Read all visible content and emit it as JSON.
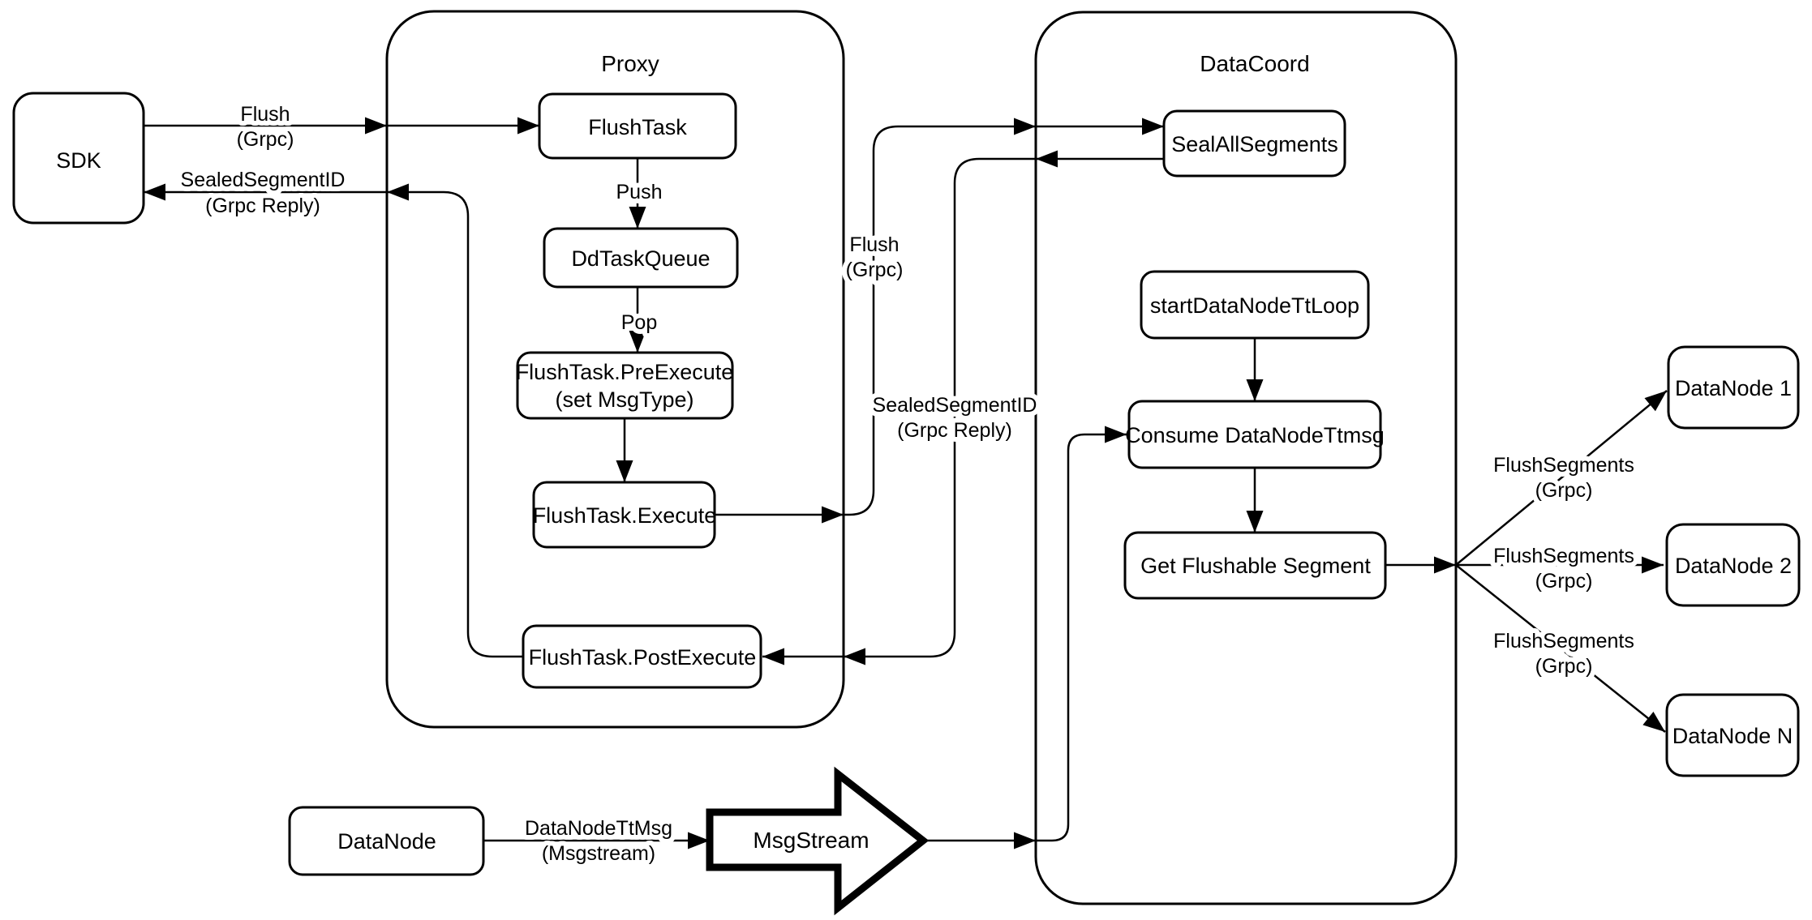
{
  "colors": {
    "line": "#000000",
    "node_fill": "#ffffff",
    "background": "#ffffff"
  },
  "containers": {
    "proxy": {
      "label": "Proxy"
    },
    "datacoord": {
      "label": "DataCoord"
    }
  },
  "nodes": {
    "sdk": {
      "label": "SDK"
    },
    "flush_task": {
      "label": "FlushTask"
    },
    "dd_task_queue": {
      "label": "DdTaskQueue"
    },
    "flush_task_pre_execute": {
      "line1": "FlushTask.PreExecute",
      "line2": "(set MsgType)"
    },
    "flush_task_execute": {
      "label": "FlushTask.Execute"
    },
    "flush_task_post_execute": {
      "label": "FlushTask.PostExecute"
    },
    "seal_all_segments": {
      "label": "SealAllSegments"
    },
    "start_datanode_tt_loop": {
      "label": "startDataNodeTtLoop"
    },
    "consume_datanode_ttmsg": {
      "label": "Consume DataNodeTtmsg"
    },
    "get_flushable_segment": {
      "label": "Get Flushable Segment"
    },
    "datanode_1": {
      "label": "DataNode 1"
    },
    "datanode_2": {
      "label": "DataNode 2"
    },
    "datanode_n": {
      "label": "DataNode N"
    },
    "datanode": {
      "label": "DataNode"
    },
    "msgstream": {
      "label": "MsgStream"
    }
  },
  "edge_labels": {
    "flush_sdk": {
      "line1": "Flush",
      "line2": "(Grpc)"
    },
    "sealed_sdk": {
      "line1": "SealedSegmentID",
      "line2": "(Grpc Reply)"
    },
    "push": {
      "label": "Push"
    },
    "pop": {
      "label": "Pop"
    },
    "flush_mid": {
      "line1": "Flush",
      "line2": "(Grpc)"
    },
    "sealed_mid": {
      "line1": "SealedSegmentID",
      "line2": "(Grpc Reply)"
    },
    "flush_segments_1": {
      "line1": "FlushSegments",
      "line2": "(Grpc)"
    },
    "flush_segments_2": {
      "line1": "FlushSegments",
      "line2": "(Grpc)"
    },
    "flush_segments_3": {
      "line1": "FlushSegments",
      "line2": "(Grpc)"
    },
    "datanode_ttmsg": {
      "line1": "DataNodeTtMsg",
      "line2": "(Msgstream)"
    }
  }
}
